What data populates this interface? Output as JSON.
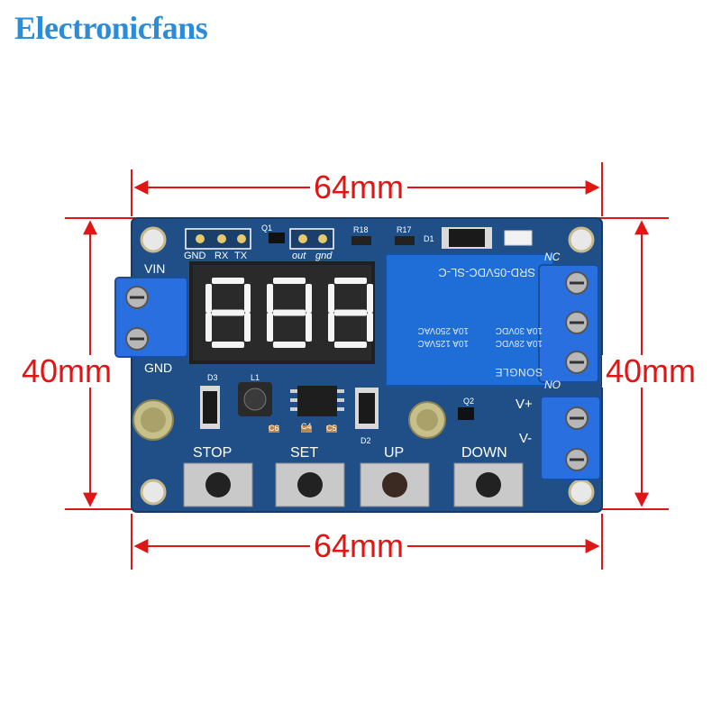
{
  "brand": "Electronicfans",
  "dimensions": {
    "top_width": "64mm",
    "bottom_width": "64mm",
    "left_height": "40mm",
    "right_height": "40mm"
  },
  "board": {
    "input_labels": {
      "vin": "VIN",
      "gnd": "GND"
    },
    "header_labels": {
      "gnd": "GND",
      "rx": "RX",
      "tx": "TX",
      "out": "out",
      "gnd2": "gnd"
    },
    "component_labels": {
      "q1": "Q1",
      "r18": "R18",
      "r17": "R17",
      "d1": "D1",
      "d3": "D3",
      "l1": "L1",
      "c6": "C6",
      "c4": "C4",
      "c5": "C5",
      "d2": "D2",
      "q2": "Q2"
    },
    "relay_labels": {
      "nc": "NC",
      "no": "NO"
    },
    "output_labels": {
      "vplus": "V+",
      "vminus": "V-"
    },
    "button_labels": {
      "stop": "STOP",
      "set": "SET",
      "up": "UP",
      "down": "DOWN"
    },
    "relay_text": {
      "model": "SRD-05VDC-SL-C",
      "line1": "10A 250VAC",
      "line2": "10A 125VAC",
      "line3": "10A 30VDC",
      "line4": "10A 28VDC",
      "brand": "SONGLE"
    },
    "display": {
      "digits": [
        "8",
        "8",
        "8"
      ]
    }
  },
  "colors": {
    "pcb": "#1f4f86",
    "relay": "#1f6dd6",
    "terminal": "#2a6fe0",
    "dimension": "#e01515",
    "brand": "#2e8bd6"
  }
}
